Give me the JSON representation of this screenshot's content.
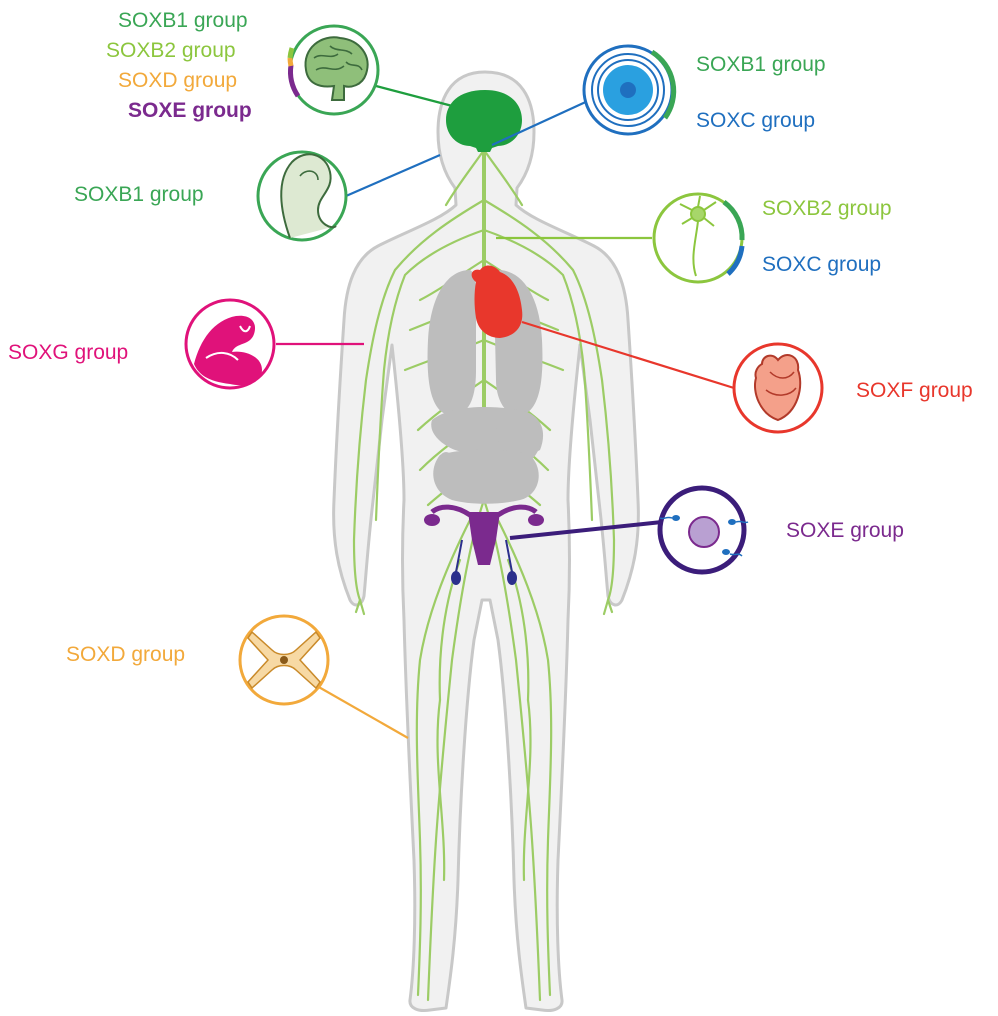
{
  "colors": {
    "soxb1": "#3aa655",
    "soxb2": "#8cc63e",
    "soxc": "#1f6fbf",
    "soxd": "#f2a93b",
    "soxe": "#7b2a8e",
    "soxf": "#e8372c",
    "soxg": "#e0127a",
    "body_fill": "#f1f1f1",
    "body_outline": "#c8c8c8",
    "organ_gray": "#bdbdbd",
    "nerve": "#9ccc65"
  },
  "callouts": {
    "brain": {
      "icon": "brain-icon",
      "labels": [
        "SOXB1 group",
        "SOXB2 group",
        "SOXD group",
        "SOXE group"
      ]
    },
    "eye": {
      "icon": "eye-lens-icon",
      "labels": [
        "SOXB1 group",
        "SOXC group"
      ]
    },
    "ear": {
      "icon": "inner-ear-icon",
      "labels": [
        "SOXB1 group"
      ]
    },
    "neuron": {
      "icon": "neuron-icon",
      "labels": [
        "SOXB2 group",
        "SOXC group"
      ]
    },
    "muscle": {
      "icon": "muscle-icon",
      "labels": [
        "SOXG group"
      ]
    },
    "heart": {
      "icon": "heart-icon",
      "labels": [
        "SOXF group"
      ]
    },
    "oocyte": {
      "icon": "oocyte-sperm-icon",
      "labels": [
        "SOXE group"
      ]
    },
    "synapse": {
      "icon": "synapse-icon",
      "labels": [
        "SOXD group"
      ]
    }
  }
}
